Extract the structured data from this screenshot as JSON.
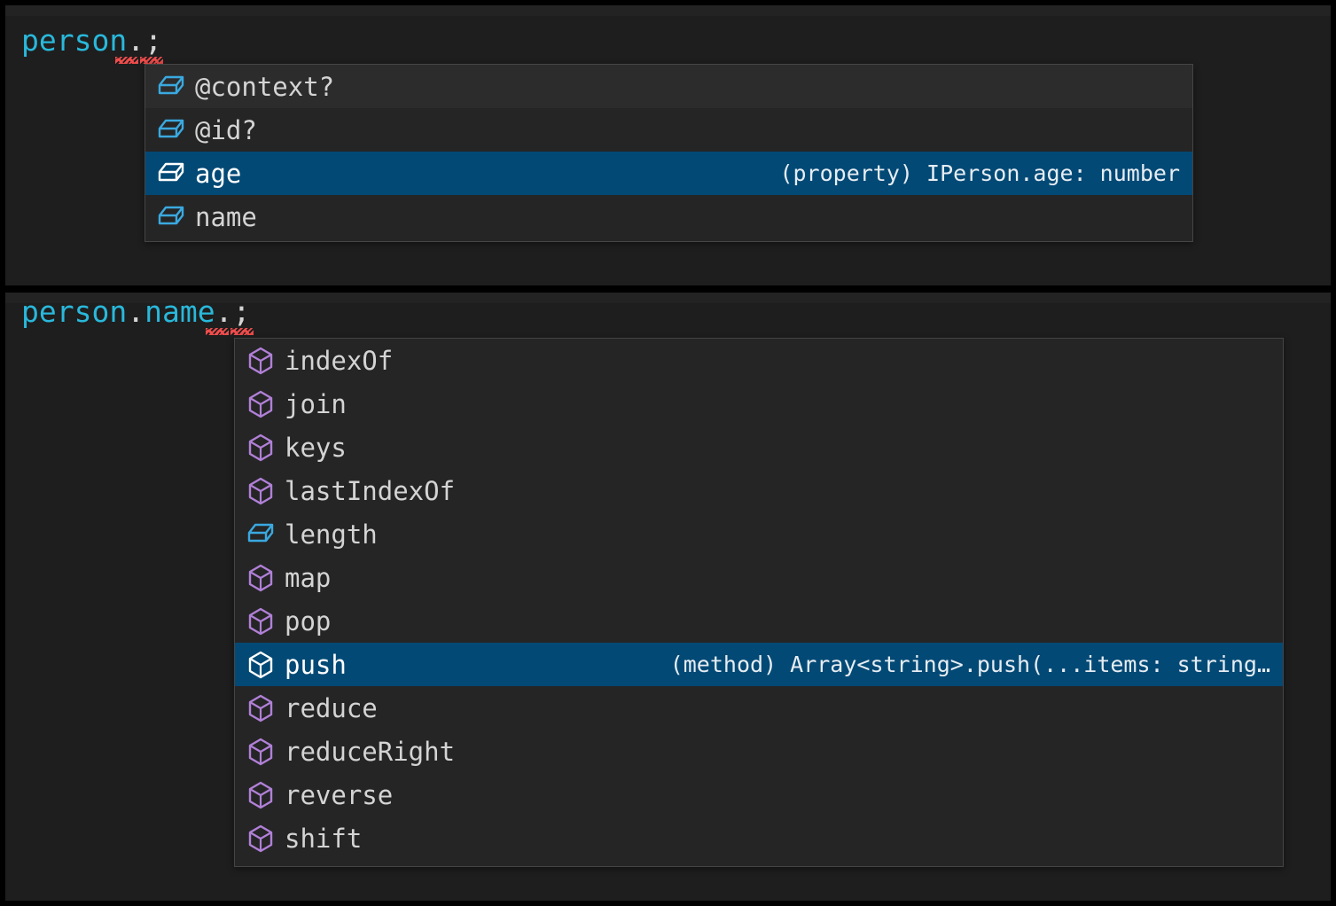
{
  "editor": {
    "theme": "dark-plus",
    "background": "#1e1e1e",
    "colors": {
      "selection_blue": "#034975",
      "variable_cyan": "#29b8db",
      "punctuation": "#d4d4d4",
      "error_squiggle": "#f14c4c",
      "popup_background": "#252526",
      "popup_border": "#454545",
      "method_icon": "#b180d7",
      "property_icon": "#3aa9e0",
      "selected_icon": "#ffffff",
      "detail_text": "#bfc7cf"
    }
  },
  "panes": [
    {
      "name": "person-pane",
      "code": {
        "tokens": [
          {
            "text": "person",
            "kind": "variable"
          },
          {
            "text": ".",
            "kind": "punctuation"
          },
          {
            "text": ";",
            "kind": "punctuation"
          }
        ],
        "full_text": "person.;"
      },
      "suggest": {
        "name": "person-suggestions",
        "items": [
          {
            "label": "@context?",
            "icon": "property-cube-icon",
            "icon_color": "#3aa9e0",
            "detail": "",
            "selected": false,
            "hovered": true
          },
          {
            "label": "@id?",
            "icon": "property-cube-icon",
            "icon_color": "#3aa9e0",
            "detail": "",
            "selected": false,
            "hovered": false
          },
          {
            "label": "age",
            "icon": "property-cube-icon",
            "icon_color": "#ffffff",
            "detail": "(property) IPerson.age: number",
            "selected": true,
            "hovered": false
          },
          {
            "label": "name",
            "icon": "property-cube-icon",
            "icon_color": "#3aa9e0",
            "detail": "",
            "selected": false,
            "hovered": false
          }
        ]
      }
    },
    {
      "name": "person-name-pane",
      "code": {
        "tokens": [
          {
            "text": "person",
            "kind": "variable"
          },
          {
            "text": ".",
            "kind": "punctuation"
          },
          {
            "text": "name",
            "kind": "property"
          },
          {
            "text": ".",
            "kind": "punctuation"
          },
          {
            "text": ";",
            "kind": "punctuation"
          }
        ],
        "full_text": "person.name.;"
      },
      "suggest": {
        "name": "name-suggestions",
        "items": [
          {
            "label": "indexOf",
            "icon": "method-cube-icon",
            "icon_color": "#b180d7",
            "detail": "",
            "selected": false,
            "hovered": false
          },
          {
            "label": "join",
            "icon": "method-cube-icon",
            "icon_color": "#b180d7",
            "detail": "",
            "selected": false,
            "hovered": false
          },
          {
            "label": "keys",
            "icon": "method-cube-icon",
            "icon_color": "#b180d7",
            "detail": "",
            "selected": false,
            "hovered": false
          },
          {
            "label": "lastIndexOf",
            "icon": "method-cube-icon",
            "icon_color": "#b180d7",
            "detail": "",
            "selected": false,
            "hovered": false
          },
          {
            "label": "length",
            "icon": "property-cube-icon",
            "icon_color": "#3aa9e0",
            "detail": "",
            "selected": false,
            "hovered": false
          },
          {
            "label": "map",
            "icon": "method-cube-icon",
            "icon_color": "#b180d7",
            "detail": "",
            "selected": false,
            "hovered": false
          },
          {
            "label": "pop",
            "icon": "method-cube-icon",
            "icon_color": "#b180d7",
            "detail": "",
            "selected": false,
            "hovered": false
          },
          {
            "label": "push",
            "icon": "method-cube-icon",
            "icon_color": "#ffffff",
            "detail": "(method) Array<string>.push(...items: string…",
            "selected": true,
            "hovered": false
          },
          {
            "label": "reduce",
            "icon": "method-cube-icon",
            "icon_color": "#b180d7",
            "detail": "",
            "selected": false,
            "hovered": false
          },
          {
            "label": "reduceRight",
            "icon": "method-cube-icon",
            "icon_color": "#b180d7",
            "detail": "",
            "selected": false,
            "hovered": false
          },
          {
            "label": "reverse",
            "icon": "method-cube-icon",
            "icon_color": "#b180d7",
            "detail": "",
            "selected": false,
            "hovered": false
          },
          {
            "label": "shift",
            "icon": "method-cube-icon",
            "icon_color": "#b180d7",
            "detail": "",
            "selected": false,
            "hovered": false
          }
        ]
      }
    }
  ]
}
